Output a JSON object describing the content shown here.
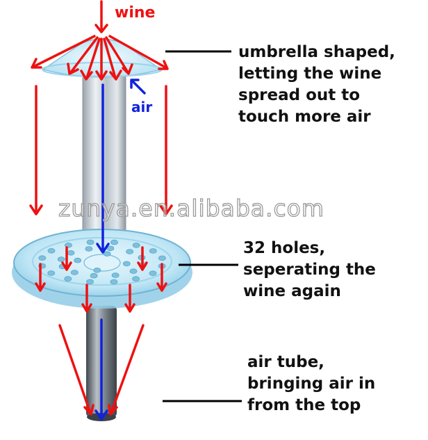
{
  "labels": {
    "wine": "wine",
    "air": "air",
    "watermark": "zunya.en.alibaba.com"
  },
  "callouts": [
    {
      "lines": [
        "umbrella shaped,",
        "letting the wine",
        "spread out to",
        "touch more air"
      ]
    },
    {
      "lines": [
        "32 holes,",
        "seperating the",
        "wine again"
      ]
    },
    {
      "lines": [
        "air tube,",
        "bringing air in",
        "from the top"
      ]
    }
  ],
  "colors": {
    "wine_arrow": "#ee1111",
    "air_arrow": "#1122dd",
    "leader_line": "#000000",
    "device_blue": "#a8dcf0",
    "device_edge": "#6fb3d3",
    "text": "#111111"
  }
}
